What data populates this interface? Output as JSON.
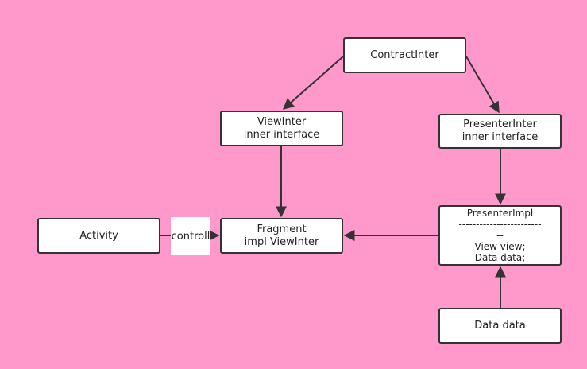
{
  "nodes": {
    "contract": [
      "ContractInter"
    ],
    "viewinter": [
      "ViewInter",
      "inner interface"
    ],
    "presinter": [
      "PresenterInter",
      "inner interface"
    ],
    "activity": [
      "Activity"
    ],
    "fragment": [
      "Fragment",
      "impl ViewInter"
    ],
    "presimpl": [
      "PresenterImpl",
      "------------------------",
      "--",
      "View view;",
      "Data data;"
    ],
    "datadata": [
      "Data data"
    ]
  },
  "edges": {
    "controll_label": "controll"
  },
  "colors": {
    "background": "#ff99cc",
    "node_fill": "#ffffff",
    "stroke": "#333333"
  }
}
